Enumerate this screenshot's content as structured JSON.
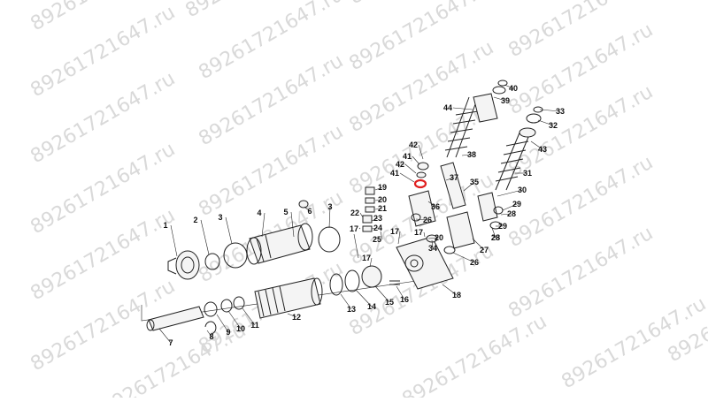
{
  "watermark": {
    "text": "89261721647.ru"
  },
  "diagram": {
    "labels": [
      "1",
      "2",
      "3",
      "4",
      "5",
      "6",
      "3",
      "7",
      "8",
      "9",
      "10",
      "11",
      "12",
      "13",
      "14",
      "15",
      "16",
      "17",
      "18",
      "17",
      "17",
      "19",
      "20",
      "21",
      "22",
      "23",
      "24",
      "25",
      "26",
      "27",
      "28",
      "29",
      "30",
      "31",
      "32",
      "33",
      "20",
      "17",
      "26",
      "34",
      "35",
      "36",
      "37",
      "38",
      "39",
      "40",
      "41",
      "42",
      "41",
      "42",
      "43",
      "44",
      "28",
      "29",
      "28"
    ],
    "highlight_color": "#e02020"
  }
}
